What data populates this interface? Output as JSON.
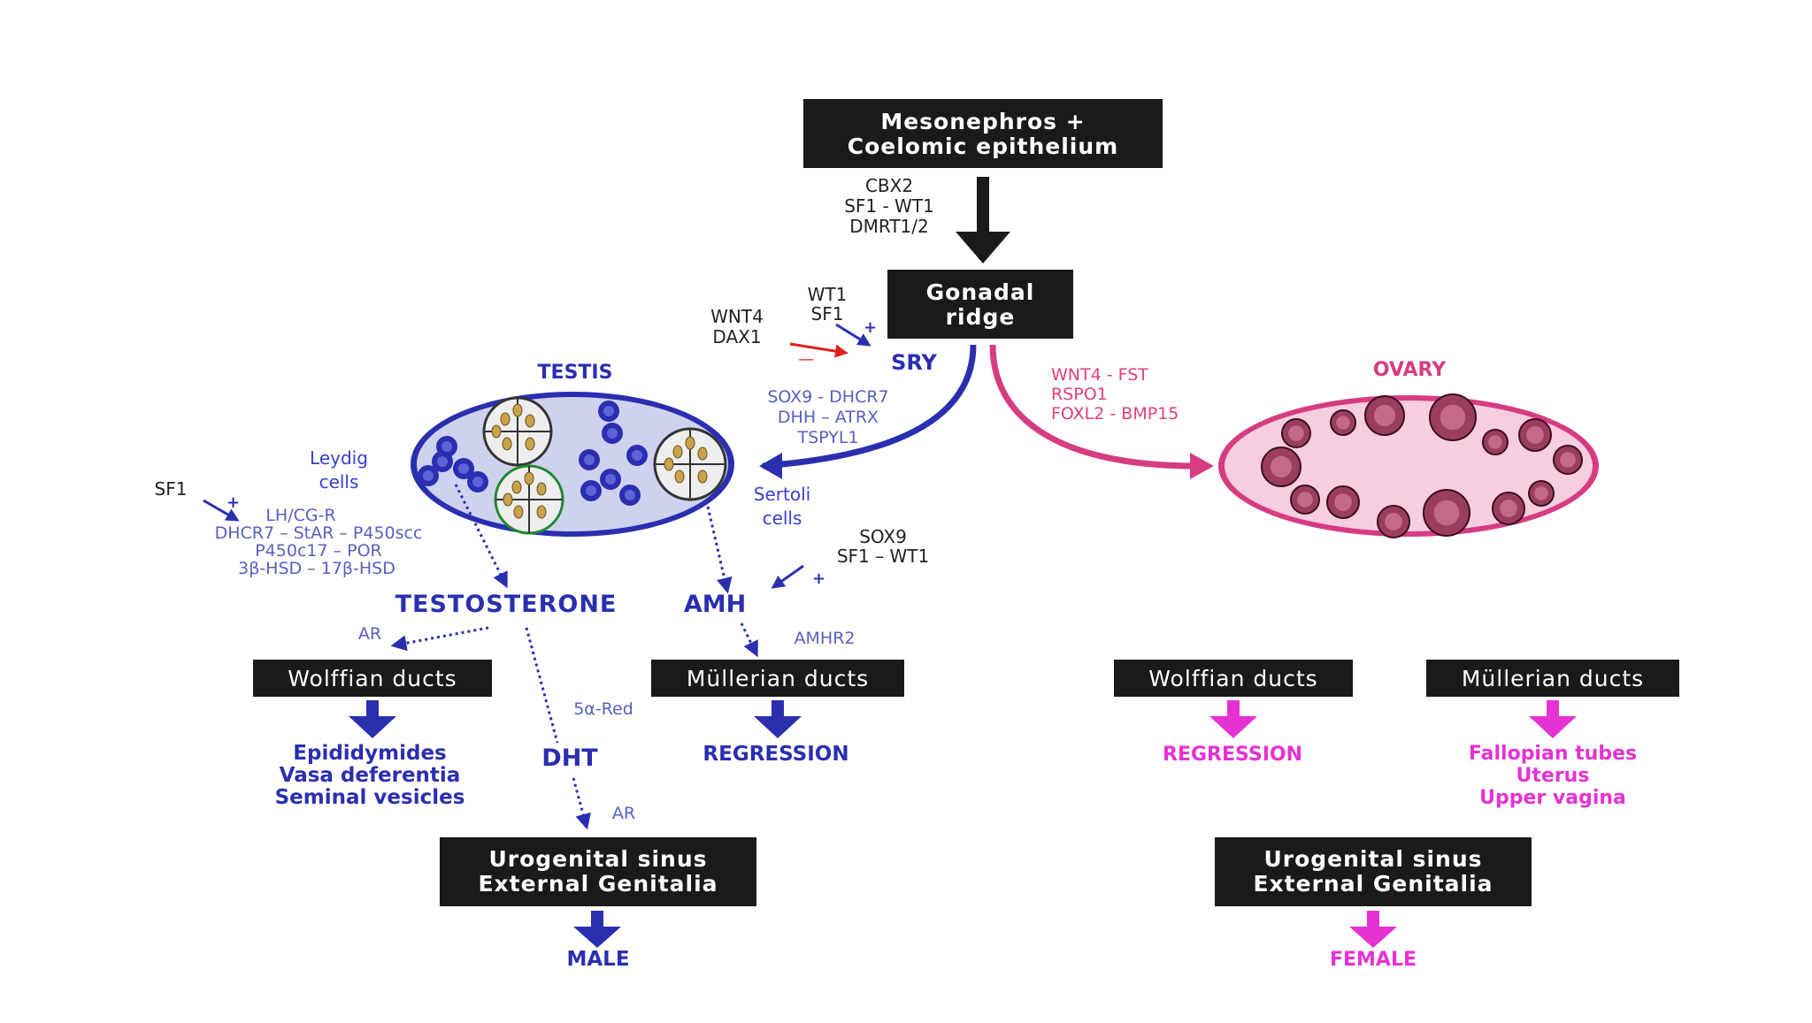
{
  "colors": {
    "box": "#1a1a1a",
    "male_blue": "#2a2fb0",
    "female_pink": "#d63c82",
    "female_magenta": "#e632d2",
    "testis_fill": "#cfd2ef",
    "ovary_fill": "#f7cde0"
  },
  "top_box": {
    "line1": "Mesonephros  +",
    "line2": "Coelomic epithelium"
  },
  "top_factors": [
    "CBX2",
    "SF1 - WT1",
    "DMRT1/2"
  ],
  "gonadal_box": {
    "line1": "Gonadal",
    "line2": "ridge"
  },
  "sry": {
    "label": "SRY",
    "activators": [
      "WT1",
      "SF1"
    ],
    "plus": "+",
    "inhibitors": [
      "WNT4",
      "DAX1"
    ],
    "minus": "—"
  },
  "testis": {
    "title": "TESTIS",
    "factors": [
      "SOX9 - DHCR7",
      "DHH – ATRX",
      "TSPYL1"
    ],
    "leydig_label": [
      "Leydig",
      "cells"
    ],
    "sertoli_label": [
      "Sertoli",
      "cells"
    ]
  },
  "leydig_factors": {
    "sf1": "SF1",
    "plus": "+",
    "lines": [
      "LH/CG-R",
      "DHCR7 – StAR – P450scc",
      "P450c17 – POR",
      "3β-HSD – 17β-HSD"
    ]
  },
  "sertoli_factors": {
    "lines": [
      "SOX9",
      "SF1 – WT1"
    ],
    "plus": "+"
  },
  "ovary": {
    "title": "OVARY",
    "factors": [
      "WNT4 -  FST",
      "RSPO1",
      "FOXL2 - BMP15"
    ]
  },
  "male": {
    "testosterone": "TESTOSTERONE",
    "amh": "AMH",
    "ar": "AR",
    "amhr2": "AMHR2",
    "five_alpha": "5α-Red",
    "wolffian": "Wolffian ducts",
    "mullerian": "Müllerian ducts",
    "wolffian_results": [
      "Epididymides",
      "Vasa deferentia",
      "Seminal vesicles"
    ],
    "dht": "DHT",
    "ar2": "AR",
    "regression": "REGRESSION",
    "sinus_box": {
      "line1": "Urogenital sinus",
      "line2": "External Genitalia"
    },
    "result": "MALE"
  },
  "female": {
    "wolffian": "Wolffian ducts",
    "mullerian": "Müllerian ducts",
    "regression": "REGRESSION",
    "mullerian_results": [
      "Fallopian tubes",
      "Uterus",
      "Upper vagina"
    ],
    "sinus_box": {
      "line1": "Urogenital sinus",
      "line2": "External Genitalia"
    },
    "result": "FEMALE"
  }
}
